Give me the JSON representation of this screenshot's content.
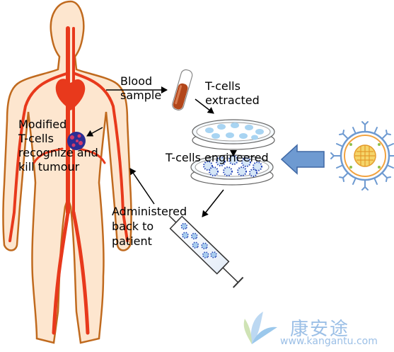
{
  "labels": {
    "blood_sample": [
      "Blood",
      "sample"
    ],
    "tcells_extracted": [
      "T-cells",
      "extracted"
    ],
    "tcells_engineered": "T-cells engineered",
    "modified": [
      "Modified",
      "T-cells",
      "recognize and",
      "kill tumour"
    ],
    "administered": [
      "Administered",
      "back to",
      "patient"
    ]
  },
  "watermark": {
    "chinese": "康安途",
    "url": "www.kangantu.com"
  },
  "colors": {
    "body_outline": "#c06a1e",
    "skin": "#fde6cf",
    "vessel": "#e8391c",
    "blood_tube": "#b2461a",
    "dish_cell": "#a8d4f2",
    "engineered_cell": "#2846b8",
    "tumour": "#2b2d93",
    "big_arrow": "#6e9ad1",
    "watermark": "#9bbfe6"
  },
  "icons": [
    "blood-tube-icon",
    "petri-dish-icon",
    "car-t-cell-icon",
    "syringe-icon",
    "tumour-icon"
  ]
}
